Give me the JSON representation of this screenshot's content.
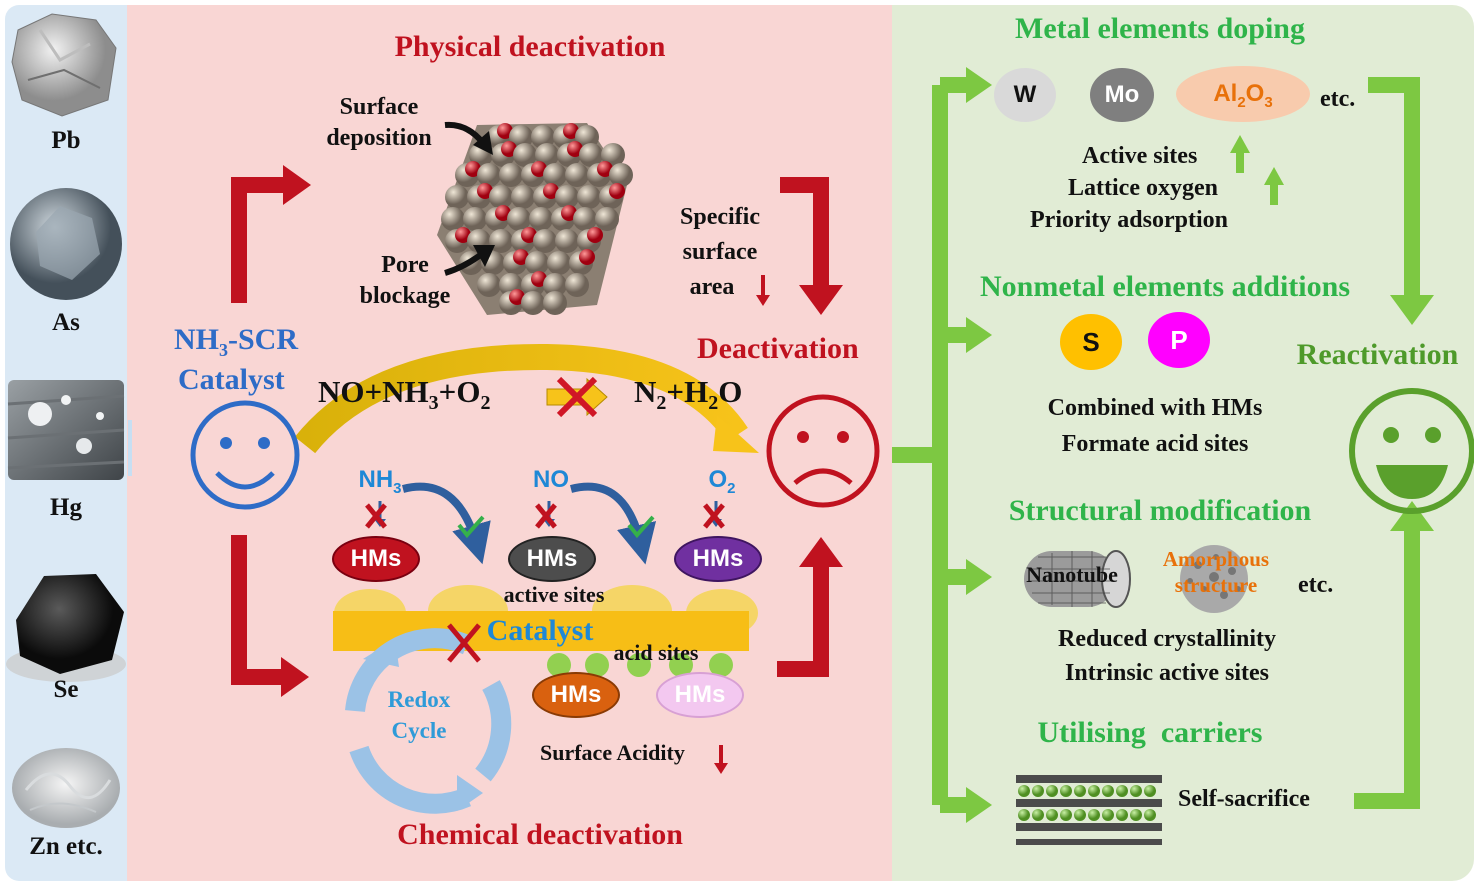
{
  "metals": [
    {
      "label": "Pb",
      "icon": "lead-sample-image"
    },
    {
      "label": "As",
      "icon": "arsenic-sample-image"
    },
    {
      "label": "Hg",
      "icon": "mercury-droplets-image"
    },
    {
      "label": "Se",
      "icon": "selenium-sample-image"
    },
    {
      "label": "Zn etc.",
      "icon": "zinc-sample-image"
    }
  ],
  "middle": {
    "physical_title": "Physical deactivation",
    "chemical_title": "Chemical deactivation",
    "surface_deposition": [
      "Surface",
      "deposition"
    ],
    "pore_blockage": [
      "Pore",
      "blockage"
    ],
    "specific_surface_area": [
      "Specific",
      "surface",
      "area"
    ],
    "catalyst_label_1": "NH",
    "catalyst_label_sub": "3",
    "catalyst_label_2": "-SCR",
    "catalyst_label_3": "Catalyst",
    "deactivation": "Deactivation",
    "reaction": {
      "no": "NO",
      "plus1": "+",
      "nh": "NH",
      "nh_sub": "3",
      "plus2": "+",
      "o": "O",
      "o_sub": "2",
      "n": "N",
      "n_sub": "2",
      "plus3": "+",
      "h": "H",
      "h_sub": "2",
      "o2": "O"
    },
    "reactants": {
      "nh3": "NH",
      "nh3_sub": "3",
      "no": "NO",
      "o2": "O",
      "o2_sub": "2"
    },
    "hms": [
      "HMs",
      "HMs",
      "HMs",
      "HMs",
      "HMs"
    ],
    "active_sites": "active sites",
    "catalyst_bar": "Catalyst",
    "acid_sites": "acid sites",
    "redox": [
      "Redox",
      "Cycle"
    ],
    "surface_acidity": "Surface Acidity"
  },
  "right": {
    "metal_title": "Metal elements doping",
    "metal_chips": [
      {
        "label": "W"
      },
      {
        "label": "Mo"
      },
      {
        "label": "Al",
        "sub1": "2",
        "mid": "O",
        "sub2": "3"
      }
    ],
    "metal_etc": "etc.",
    "metal_effects": [
      "Active sites",
      "Lattice oxygen",
      "Priority adsorption"
    ],
    "nonmetal_title": "Nonmetal elements additions",
    "nonmetal_chips": [
      "S",
      "P"
    ],
    "nonmetal_effects": [
      "Combined with HMs",
      "Formate acid sites"
    ],
    "structural_title": "Structural modification",
    "nanotube": "Nanotube",
    "amorphous": [
      "Amorphous",
      "structure"
    ],
    "structural_etc": "etc.",
    "structural_effects": [
      "Reduced crystallinity",
      "Intrinsic active sites"
    ],
    "carriers_title": "Utilising  carriers",
    "self_sacrifice": "Self-sacrifice",
    "reactivation": "Reactivation"
  },
  "colors": {
    "red": "#c0121f",
    "green": "#2fb44a",
    "arrow_green": "#7dc842",
    "blue": "#2e6cc7",
    "catalyst_yellow": "#f7be16"
  }
}
